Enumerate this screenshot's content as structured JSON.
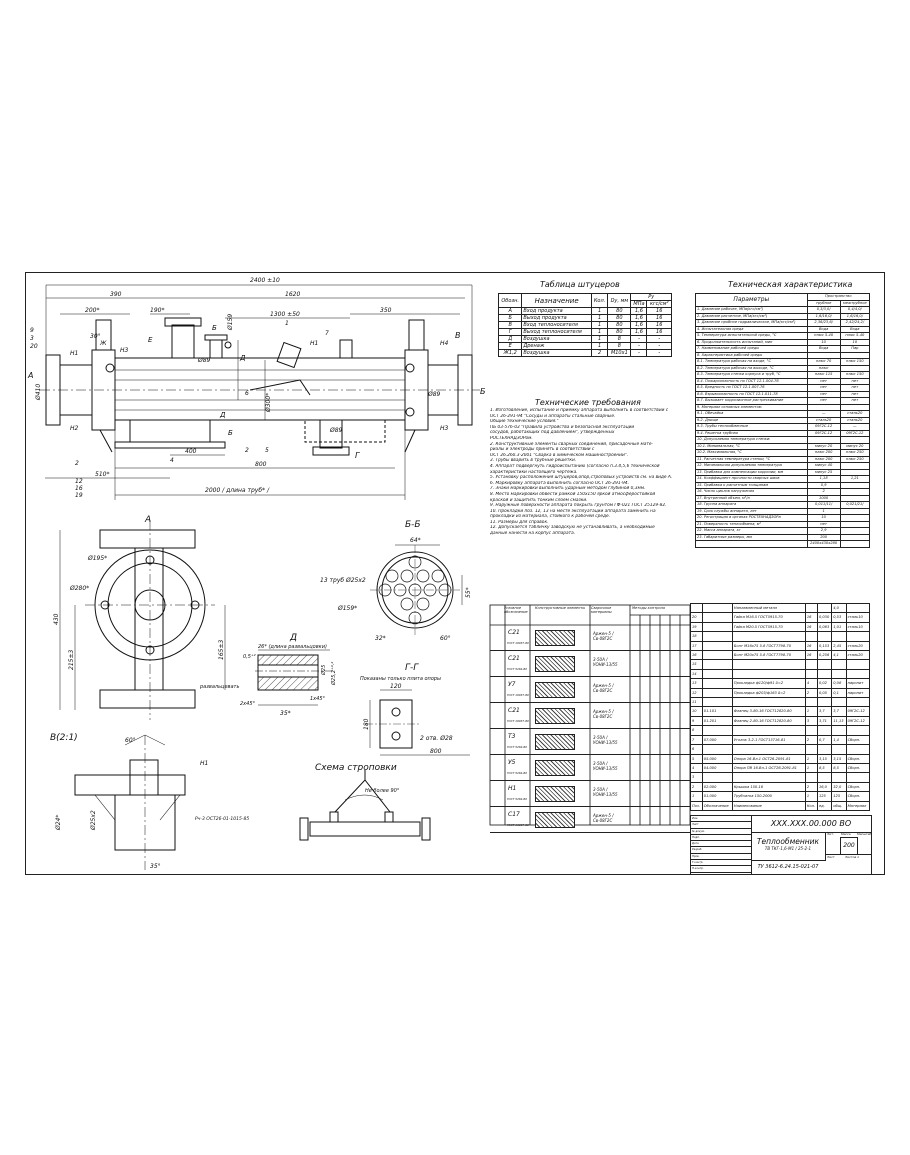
{
  "main_view": {
    "dims": {
      "overall": "2400 ±10",
      "d390": "390",
      "d1620": "1620",
      "d200": "200*",
      "d190": "190*",
      "d1300": "1300 ±50",
      "d350": "350",
      "d2000": "2000 / длина труб* /",
      "d800": "800",
      "d510": "510*",
      "d400": "400",
      "d30": "30°",
      "d45": "45°",
      "phi89": "Ø89",
      "phi159": "Ø159",
      "phi300": "Ø300*",
      "phi89b": "Ø89",
      "phi89c": "Ø89",
      "phi410": "Ø410"
    },
    "letters": {
      "a": "А",
      "b": "Б",
      "v": "В",
      "g": "Г",
      "d": "Д",
      "e": "Е",
      "zh": "Ж",
      "b2": "Б",
      "b3": "Б",
      "d2": "Д"
    },
    "nozzles": {
      "n1": "Н1",
      "n2": "Н2",
      "n3": "Н3",
      "n4": "Н4",
      "n1b": "Н1",
      "n3b": "Н3"
    },
    "positions": [
      "9",
      "3",
      "20",
      "1",
      "7",
      "2",
      "4",
      "5",
      "12",
      "16",
      "19",
      "2",
      "6"
    ]
  },
  "nozzle_table": {
    "title": "Таблица штуцеров",
    "headers": {
      "mark": "Обозн.",
      "purpose": "Назначение",
      "qty": "Кол.",
      "dn": "Dу, мм",
      "pressure": "Pу",
      "mpa": "МПа",
      "kgf": "кгс/см²"
    },
    "rows": [
      {
        "mark": "А",
        "purpose": "Вход продукта",
        "qty": "1",
        "dn": "80",
        "mpa": "1,6",
        "kgf": "16"
      },
      {
        "mark": "Б",
        "purpose": "Выход продукта",
        "qty": "1",
        "dn": "80",
        "mpa": "1,6",
        "kgf": "16"
      },
      {
        "mark": "В",
        "purpose": "Вход теплоносителя",
        "qty": "1",
        "dn": "80",
        "mpa": "1,6",
        "kgf": "16"
      },
      {
        "mark": "Г",
        "purpose": "Выход теплоносителя",
        "qty": "1",
        "dn": "80",
        "mpa": "1,6",
        "kgf": "16"
      },
      {
        "mark": "Д",
        "purpose": "Воздушка",
        "qty": "1",
        "dn": "8",
        "mpa": "-",
        "kgf": "-"
      },
      {
        "mark": "Е",
        "purpose": "Дренаж",
        "qty": "1",
        "dn": "8",
        "mpa": "-",
        "kgf": "-"
      },
      {
        "mark": "Ж1,2",
        "purpose": "Воздушка",
        "qty": "2",
        "dn": "М10х1",
        "mpa": "-",
        "kgf": "-"
      }
    ]
  },
  "requirements": {
    "title": "Технические требования",
    "lines": [
      "1. Изготовление, испытание и приемку аппарата выполнить в соответствии с",
      "ОСТ 26-291-94 \"Сосуды и аппараты стальные сварные.",
      "Общие технические условия.\"",
      "ПБ 03-576-03 \"Правила устройства и безопасной эксплуатации",
      "сосудов, работающих под давлением\", утвержденных",
      "РОСТЕХНАДЗОРом.",
      "2. Конструктивные элементы сварных соединений, присадочные мате-",
      "риалы и электроды принять в соответствии с",
      "ОСТ 26.260.3-2001 \"Сварка в химическом машиностроении\".",
      "3. Трубы вварить в трубные решетки.",
      "4. Аппарат подвергнуть гидроиспытанию (согласно п.3.4,5,6 технической",
      "характеристики настоящего чертежа.",
      "5. Установку расположения штуцеров,опор,строповых устройств см. на виде А.",
      "6. Маркировку аппарата выполнить согласно ОСТ 26-291-94.",
      "7. Знаки маркировки выполнить ударным методом глубиной 0,3мм.",
      "8. Место маркировки обвести рамкой 150х150 яркой атмосферостойкой",
      "краской и защитить тонким слоем смазки.",
      "9. Наружные поверхности аппарата покрыть грунтом ГФ-021 ГОСТ 25129-82.",
      "10. Прокладки поз. 12, 13 на месте эксплуатации аппарата заменить на",
      "прокладки из материала, стойкого к рабочей среде.",
      "11. Размеры для справок.",
      "12. Допускается табличку заводскую не устанавливать, а необходимые",
      "данные нанести на корпус аппарата."
    ]
  },
  "characteristics": {
    "title": "Техническая характеристика",
    "headers": {
      "params": "Параметры",
      "space": "Пространство",
      "tube": "трубное",
      "shell": "межтрубное"
    },
    "rows": [
      {
        "p": "1. Давление рабочее, МПа(кгс/см²)",
        "t": "0,3/3,0/",
        "s": "0,4/4,0/"
      },
      {
        "p": "2. Давление расчетное, МПа(кгс/см²)",
        "t": "1,6/16,0/",
        "s": "1,6/16,0/"
      },
      {
        "p": "3. Давление пробное гидравлическое, МПа(кгс/см²)",
        "t": "2,36/23,6/",
        "s": "2,42/24,2/"
      },
      {
        "p": "4. Испытательная среда",
        "t": "Вода",
        "s": "Вода"
      },
      {
        "p": "5. Температура испытательной среды, °С",
        "t": "плюс 5-40",
        "s": "плюс 5-40"
      },
      {
        "p": "6. Продолжительность испытаний, мин",
        "t": "10",
        "s": "10"
      },
      {
        "p": "7. Наименование рабочей среды",
        "t": "Вода",
        "s": "Пар"
      },
      {
        "p": "8. Характеристика рабочей среды",
        "t": "",
        "s": ""
      },
      {
        "p": "8.1. Температура рабочая на входе, °С",
        "t": "плюс 70",
        "s": "плюс 150"
      },
      {
        "p": "8.2. Температура рабочая на выходе, °С",
        "t": "плюс",
        "s": ""
      },
      {
        "p": "8.3. Температура стенки корпуса и труб, °С",
        "t": "плюс 115",
        "s": "плюс 150"
      },
      {
        "p": "8.4. Пожароопасность по ГОСТ 12.1.004-76",
        "t": "нет",
        "s": "нет"
      },
      {
        "p": "8.5. Вредность по ГОСТ 12.1.007-76",
        "t": "нет",
        "s": "нет"
      },
      {
        "p": "8.6. Взрывоопасность по ГОСТ 12.1.011-78",
        "t": "нет",
        "s": "нет"
      },
      {
        "p": "8.7. Вызывает коррозионное растрескивание",
        "t": "нет",
        "s": "нет"
      },
      {
        "p": "9. Материал основных элементов:",
        "t": "",
        "s": ""
      },
      {
        "p": "9.1. Обечайка",
        "t": "—",
        "s": "сталь20"
      },
      {
        "p": "9.2. Днище",
        "t": "сталь20",
        "s": "сталь20"
      },
      {
        "p": "9.3. Трубы теплообменные",
        "t": "09Г2С-12",
        "s": "—"
      },
      {
        "p": "9.4. Решетка трубная",
        "t": "09Г2С-12",
        "s": "09Г2С-12"
      },
      {
        "p": "10. Допускаемая температура стенки:",
        "t": "",
        "s": ""
      },
      {
        "p": "10.1. Минимальная, °С",
        "t": "минус 20",
        "s": "минус 20"
      },
      {
        "p": "10.2. Максимальная, °С",
        "t": "плюс 200",
        "s": "плюс 250"
      },
      {
        "p": "11. Расчетная температура стенки, °С",
        "t": "плюс 200",
        "s": "плюс 250"
      },
      {
        "p": "12. Минимальная допускаемая температура",
        "t": "минус 40",
        "s": ""
      },
      {
        "p": "13. Прибавка для компенсации коррозии, мм",
        "t": "минус 25",
        "s": ""
      },
      {
        "p": "14. Коэффициент прочности сварных швов",
        "t": "1,18",
        "s": "1,21"
      },
      {
        "p": "15. Прибавка к расчетным толщинам",
        "t": "0,9",
        "s": ""
      },
      {
        "p": "16. Число циклов нагружения",
        "t": "2",
        "s": ""
      },
      {
        "p": "17. Внутренний объем, м³/л",
        "t": "1000",
        "s": ""
      },
      {
        "p": "18. Группа аппарата",
        "t": "0,011/11/",
        "s": "0,021/21/"
      },
      {
        "p": "19. Срок службы аппарата, лет",
        "t": "1",
        "s": ""
      },
      {
        "p": "20. Регистрация в органах РОСТЕХНАДЗОРа",
        "t": "10",
        "s": ""
      },
      {
        "p": "21. Поверхность теплообмена, м²",
        "t": "нет",
        "s": ""
      },
      {
        "p": "22. Масса аппарата, кг",
        "t": "2,9",
        "s": ""
      },
      {
        "p": "23. Габаритные размеры, мм",
        "t": "200",
        "s": ""
      },
      {
        "p": "",
        "t": "2400х430х280",
        "s": ""
      }
    ]
  },
  "welds": {
    "headers": {
      "type": "Условное обозначение",
      "elements": "Конструктивные элементы",
      "material": "Сварочные материалы",
      "control": "Методы контроля"
    },
    "rows": [
      {
        "code": "С21",
        "std": "ГОСТ 16037-80",
        "mat": "Аржен-5 / Св-08Г2С"
      },
      {
        "code": "С21",
        "std": "ГОСТ 5264-80",
        "mat": "3-50А / УОНИ-13/55"
      },
      {
        "code": "У7",
        "std": "ГОСТ 16037-80",
        "mat": "Аржен-5 / Св-08Г2С"
      },
      {
        "code": "С21",
        "std": "ГОСТ 16037-80",
        "mat": "Аржен-5 / Св-08Г2С"
      },
      {
        "code": "Т3",
        "std": "ГОСТ 5264-80",
        "mat": "3-50А / УОНИ-13/55"
      },
      {
        "code": "У5",
        "std": "ГОСТ 5264-80",
        "mat": "3-50А / УОНИ-13/55"
      },
      {
        "code": "Н1",
        "std": "ГОСТ 5264-80",
        "mat": "3-50А / УОНИ-13/55"
      },
      {
        "code": "С17",
        "std": "ГОСТ 16037-80",
        "mat": "Аржен-5 / Св-08Г2С"
      }
    ]
  },
  "spec": {
    "top": {
      "name": "Наплавленный металл",
      "mass": "4,0"
    },
    "rows": [
      {
        "pos": "20",
        "des": "",
        "name": "Гайка М16.5 ГОСТ5915-70",
        "qty": "16",
        "m1": "0,030",
        "m2": "0,53",
        "mat": "сталь10"
      },
      {
        "pos": "19",
        "des": "",
        "name": "Гайка М20.5 ГОСТ5915-70",
        "qty": "16",
        "m1": "0,063",
        "m2": "1,01",
        "mat": "сталь10"
      },
      {
        "pos": "18",
        "des": "",
        "name": "",
        "qty": "",
        "m1": "",
        "m2": "",
        "mat": ""
      },
      {
        "pos": "17",
        "des": "",
        "name": "Болт М16х75 5.8 ГОСТ7798-70",
        "qty": "16",
        "m1": "0,153",
        "m2": "2,45",
        "mat": "сталь20"
      },
      {
        "pos": "16",
        "des": "",
        "name": "Болт М20х75 5.8 ГОСТ7798-70",
        "qty": "16",
        "m1": "0,256",
        "m2": "4,1",
        "mat": "сталь20"
      },
      {
        "pos": "15",
        "des": "",
        "name": "",
        "qty": "",
        "m1": "",
        "m2": "",
        "mat": ""
      },
      {
        "pos": "14",
        "des": "",
        "name": "",
        "qty": "",
        "m1": "",
        "m2": "",
        "mat": ""
      },
      {
        "pos": "13",
        "des": "",
        "name": "Прокладка ф120/ф91 δ=2",
        "qty": "4",
        "m1": "0,02",
        "m2": "0,08",
        "mat": "паронит"
      },
      {
        "pos": "12",
        "des": "",
        "name": "Прокладка ф203/ф163 δ=2",
        "qty": "2",
        "m1": "0,05",
        "m2": "0,1",
        "mat": "паронит"
      },
      {
        "pos": "11",
        "des": "",
        "name": "",
        "qty": "",
        "m1": "",
        "m2": "",
        "mat": ""
      },
      {
        "pos": "10",
        "des": "01.101",
        "name": "Фланец 3-80-16 ГОСТ12820-80",
        "qty": "1",
        "m1": "3,7",
        "m2": "3,7",
        "mat": "09Г2С-12"
      },
      {
        "pos": "9",
        "des": "01.201",
        "name": "Фланец 2-80-16 ГОСТ12820-80",
        "qty": "3",
        "m1": "3,71",
        "m2": "11,13",
        "mat": "09Г2С-12"
      },
      {
        "pos": "8",
        "des": "",
        "name": "",
        "qty": "",
        "m1": "",
        "m2": "",
        "mat": ""
      },
      {
        "pos": "7",
        "des": "07.000",
        "name": "Уголок 3-2-1 ГОСТ13716-81",
        "qty": "2",
        "m1": "0,7",
        "m2": "1,4",
        "mat": "Сборн."
      },
      {
        "pos": "6",
        "des": "",
        "name": "",
        "qty": "",
        "m1": "",
        "m2": "",
        "mat": ""
      },
      {
        "pos": "5",
        "des": "05.000",
        "name": "Опора 16-Вл-1 ОСТ26-2091-81",
        "qty": "1",
        "m1": "3,15",
        "m2": "3,15",
        "mat": "Сборн."
      },
      {
        "pos": "4",
        "des": "04.000",
        "name": "Опора ПВ 16-Вл-1 ОСТ26-2091-81",
        "qty": "1",
        "m1": "8,5",
        "m2": "8,5",
        "mat": "Сборн."
      },
      {
        "pos": "3",
        "des": "",
        "name": "",
        "qty": "",
        "m1": "",
        "m2": "",
        "mat": ""
      },
      {
        "pos": "2",
        "des": "02.000",
        "name": "Крышка 150-16",
        "qty": "2",
        "m1": "16,0",
        "m2": "32,0",
        "mat": "Сборн."
      },
      {
        "pos": "1",
        "des": "01.000",
        "name": "Трубчатка 150-2000",
        "qty": "1",
        "m1": "125",
        "m2": "125",
        "mat": "Сборн."
      }
    ],
    "footer": {
      "pos": "Поз.",
      "des": "Обозначение",
      "name": "Наименование",
      "qty": "Кол.",
      "m1": "ед.",
      "m2": "общ.",
      "mat": "Материал"
    }
  },
  "title_block": {
    "code": "ХХХ.ХХХ.00.000 ВО",
    "name": "Теплообменник",
    "subname": "ТВ ТКГ-1,6-М1 / 25-2-1",
    "spec": "ТУ 3612-6.24.15-021-07",
    "mass": "200",
    "lit_label": "Лит.",
    "mass_label": "Масса",
    "scale_label": "Масштаб",
    "sheet_label": "Лист",
    "sheets_label": "Листов 1",
    "rows": [
      "Изм.",
      "Лист",
      "№ докум.",
      "Подп.",
      "Дата",
      "Разраб.",
      "Пров.",
      "Т.контр.",
      "Н.контр.",
      "Утв."
    ]
  },
  "views": {
    "a": {
      "title": "А",
      "phi195": "Ø195*",
      "phi280": "Ø280*",
      "d430": "430",
      "d215": "215±3",
      "d165": "165±3",
      "label": "развальцевать"
    },
    "bb": {
      "title": "Б-Б",
      "tubes": "13 труб Ø25х2",
      "d64": "64*",
      "d55": "55*",
      "d32": "32*",
      "d60": "60°",
      "phi159": "Ø159*"
    },
    "d": {
      "title": "Д",
      "note": "26* (длина развальцовки)",
      "d05": "0,5⁺²",
      "d35": "35*",
      "d45": "2х45°",
      "d45b": "1х45°",
      "phi25": "Ø25",
      "phi25b": "Ø25,2⁺⁰·²"
    },
    "gg": {
      "title": "Г-Г",
      "note": "Показаны только плита опоры",
      "d120": "120",
      "d180": "180",
      "d800": "800",
      "holes": "2 отв. Ø28"
    },
    "v": {
      "title": "В(2:1)",
      "d60": "60°",
      "phi24": "Ø24*",
      "phi25": "Ø25х2",
      "std": "Рч-3 ОСТ26-01-1015-85",
      "d35": "35°",
      "n1": "Н1"
    },
    "sling": {
      "title": "Схема строповки",
      "angle": "Не более 90°"
    }
  }
}
